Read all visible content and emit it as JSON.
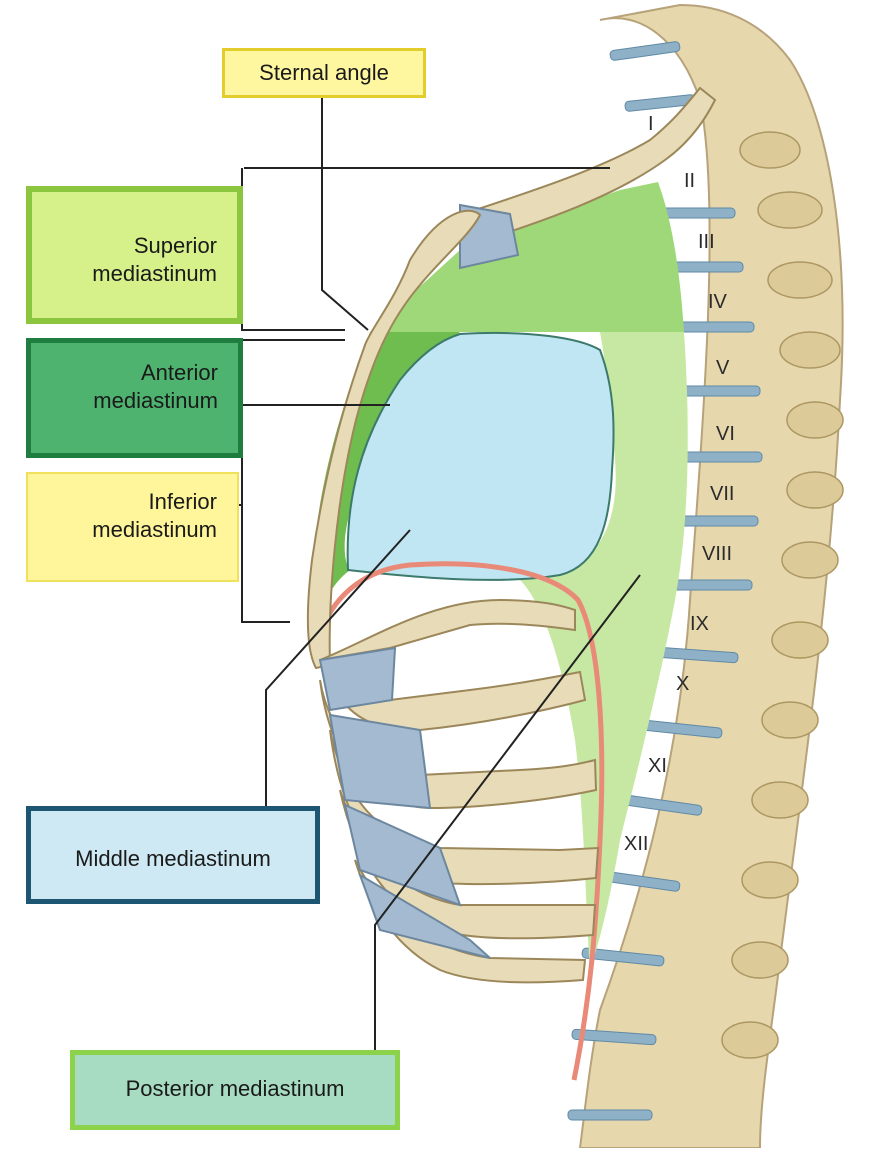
{
  "labels": {
    "sternal_angle": "Sternal angle",
    "superior": [
      "Superior",
      "mediastinum"
    ],
    "anterior": [
      "Anterior",
      "mediastinum"
    ],
    "inferior": [
      "Inferior",
      "mediastinum"
    ],
    "middle": "Middle mediastinum",
    "posterior": "Posterior mediastinum"
  },
  "vertebrae": [
    "I",
    "II",
    "III",
    "IV",
    "V",
    "VI",
    "VII",
    "VIII",
    "IX",
    "X",
    "XI",
    "XII"
  ],
  "colors": {
    "superior_region": "#9fd878",
    "anterior_region": "#6ebd4e",
    "middle_region": "#bfe6f2",
    "posterior_region": "#c7e8a3",
    "bone": "#e8dcb8",
    "cartilage": "#a3bad0",
    "diaphragm_outline": "#e98a78",
    "leader_line": "#222222"
  }
}
